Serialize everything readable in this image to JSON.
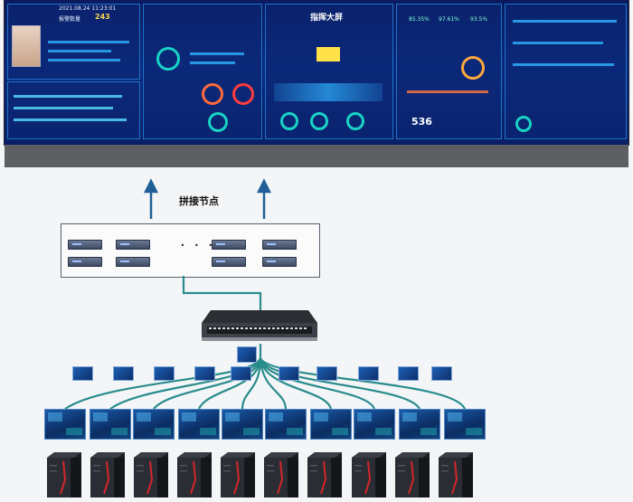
{
  "video_wall": {
    "title": "指挥大屏",
    "header_date": "2021.08.24 11:23:01",
    "alert_label": "报警数量",
    "counter_text": "243",
    "timer_value": "536",
    "kpi_values": [
      "85.35%",
      "97.61%",
      "93.5%"
    ]
  },
  "diagram": {
    "splice_node_label": "拼接节点",
    "ellipsis": "· · ·",
    "accent_line_color": "#2a8c8c",
    "arrow_color": "#1f5f96",
    "server_rows": 2,
    "client_screen_count": 10,
    "small_thumbnail_count": 11,
    "workstation_count": 10
  }
}
